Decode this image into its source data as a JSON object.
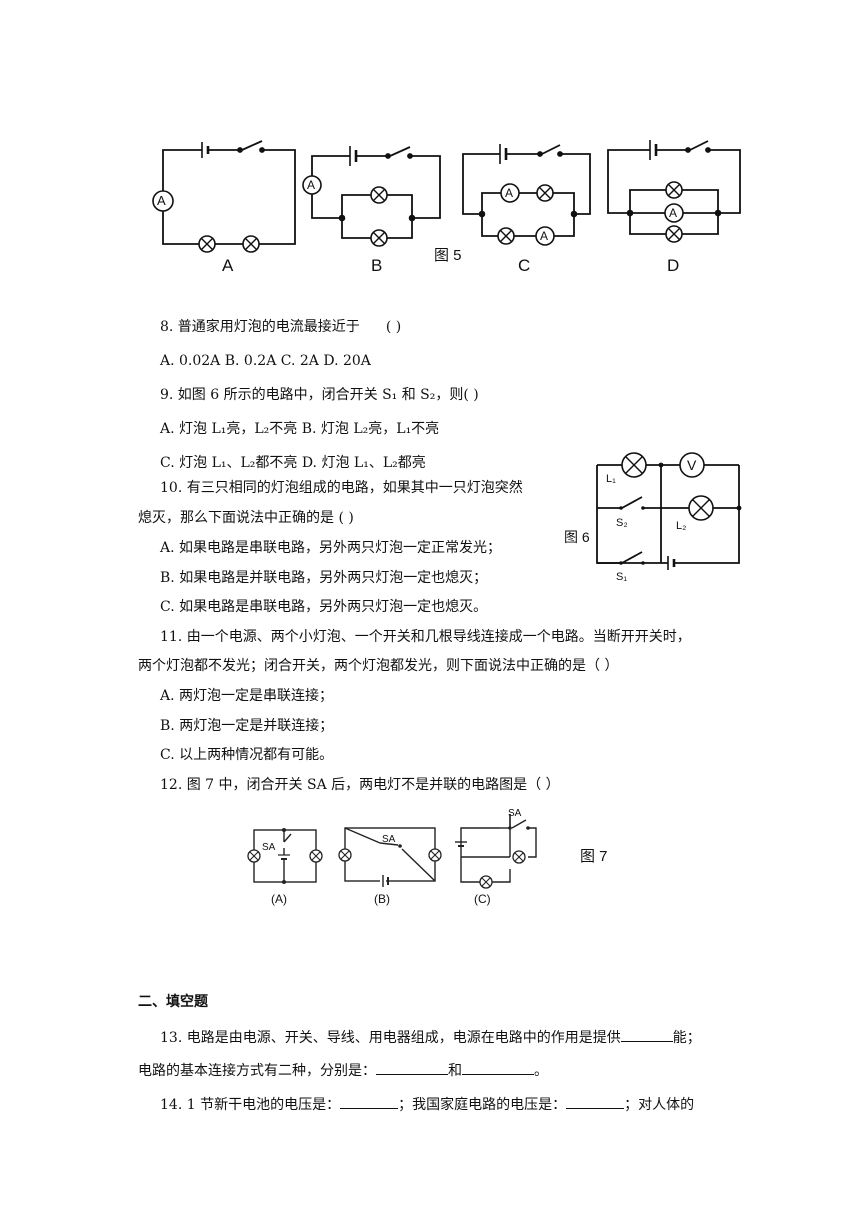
{
  "fig5": {
    "meter_a": "A",
    "labels": [
      "A",
      "B",
      "C",
      "D"
    ],
    "caption": "图 5"
  },
  "q8": {
    "stem": "8. 普通家用灯泡的电流最接近于",
    "paren": "(      )",
    "options": "A. 0.02A    B. 0.2A    C. 2A    D. 20A"
  },
  "q9": {
    "stem": "9. 如图 6 所示的电路中，闭合开关 S₁ 和 S₂，则(      )",
    "opt_ab": "A. 灯泡 L₁亮，L₂不亮   B. 灯泡 L₂亮，L₁不亮",
    "opt_cd": "C. 灯泡 L₁、L₂都不亮   D. 灯泡 L₁、L₂都亮"
  },
  "fig6": {
    "caption": "图 6",
    "l1": "L₁",
    "l2": "L₂",
    "s1": "S₁",
    "s2": "S₂",
    "v": "V"
  },
  "q10": {
    "line1": "10. 有三只相同的灯泡组成的电路，如果其中一只灯泡突然",
    "line2": "熄灭，那么下面说法中正确的是  (      )",
    "a": "A. 如果电路是串联电路，另外两只灯泡一定正常发光；",
    "b": "B. 如果电路是并联电路，另外两只灯泡一定也熄灭；",
    "c": "C. 如果电路是串联电路，另外两只灯泡一定也熄灭。"
  },
  "q11": {
    "line1": "11. 由一个电源、两个小灯泡、一个开关和几根导线连接成一个电路。当断开开关时，",
    "line2": "两个灯泡都不发光；闭合开关，两个灯泡都发光，则下面说法中正确的是（      ）",
    "a": "A. 两灯泡一定是串联连接；",
    "b": "B. 两灯泡一定是并联连接；",
    "c": "C. 以上两种情况都有可能。"
  },
  "q12": {
    "stem": "12. 图 7 中，闭合开关 SA 后，两电灯不是并联的电路图是（      ）"
  },
  "fig7": {
    "caption": "图 7",
    "sa": "SA",
    "labels": [
      "(A)",
      "(B)",
      "(C)"
    ]
  },
  "section2": {
    "title": "二、填空题"
  },
  "q13": {
    "line1_a": "13. 电路是由电源、开关、导线、用电器组成，电源在电路中的作用是提供",
    "line1_b": "能；",
    "line2_a": "电路的基本连接方式有二种，分别是：",
    "line2_b": "和",
    "line2_c": "。"
  },
  "q14": {
    "part_a": "14. 1 节新干电池的电压是：",
    "part_b": "；我国家庭电路的电压是：",
    "part_c": "；对人体的"
  }
}
